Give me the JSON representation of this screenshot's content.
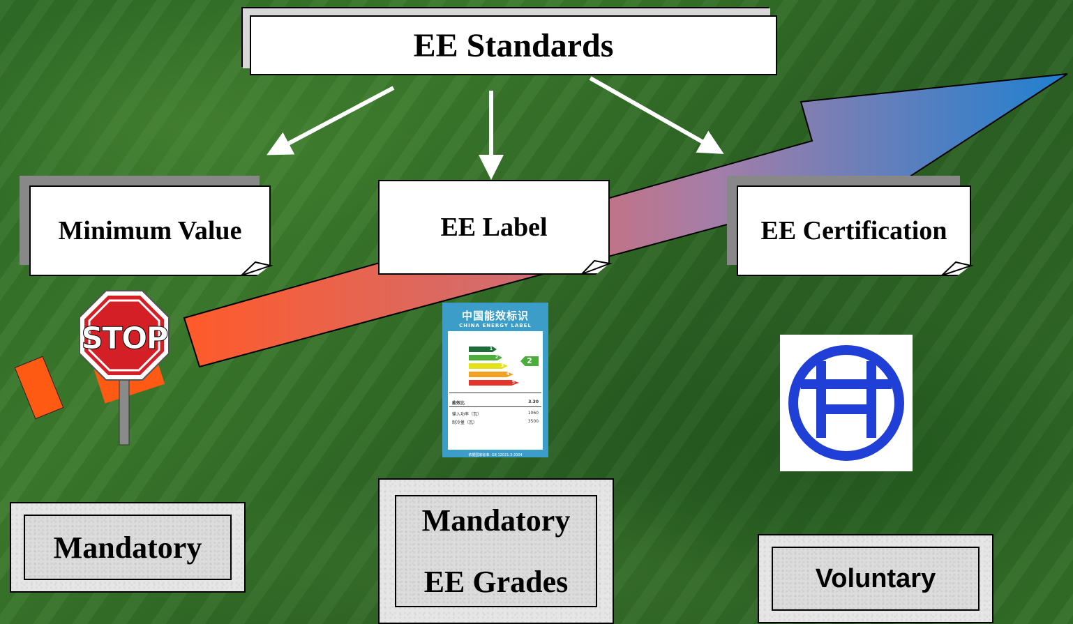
{
  "title": "EE Standards",
  "categories": [
    {
      "label": "Minimum Value",
      "status": "Mandatory"
    },
    {
      "label": "EE Label",
      "status_line1": "Mandatory",
      "status_line2": "EE Grades"
    },
    {
      "label": "EE Certification",
      "status": "Voluntary"
    }
  ],
  "stop_sign": "STOP",
  "energy_label": {
    "title_zh": "中国能效标识",
    "title_en": "CHINA ENERGY LABEL",
    "grades": [
      "1",
      "2",
      "3",
      "4",
      "5"
    ],
    "current_grade": "2",
    "ratio_label": "能效比",
    "ratio_value": "3.30",
    "row2_label": "输入功率（瓦）",
    "row2_value": "1060",
    "row3_label": "制冷量（瓦）",
    "row3_value": "3500",
    "footer": "依据国家标准: GB 12021.3-2004"
  },
  "colors": {
    "arrow_start": "#ff5a2a",
    "arrow_mid": "#a77aa0",
    "arrow_end": "#1f7fd0",
    "logo_blue": "#1f3fd6",
    "stop_red": "#d41f26"
  }
}
